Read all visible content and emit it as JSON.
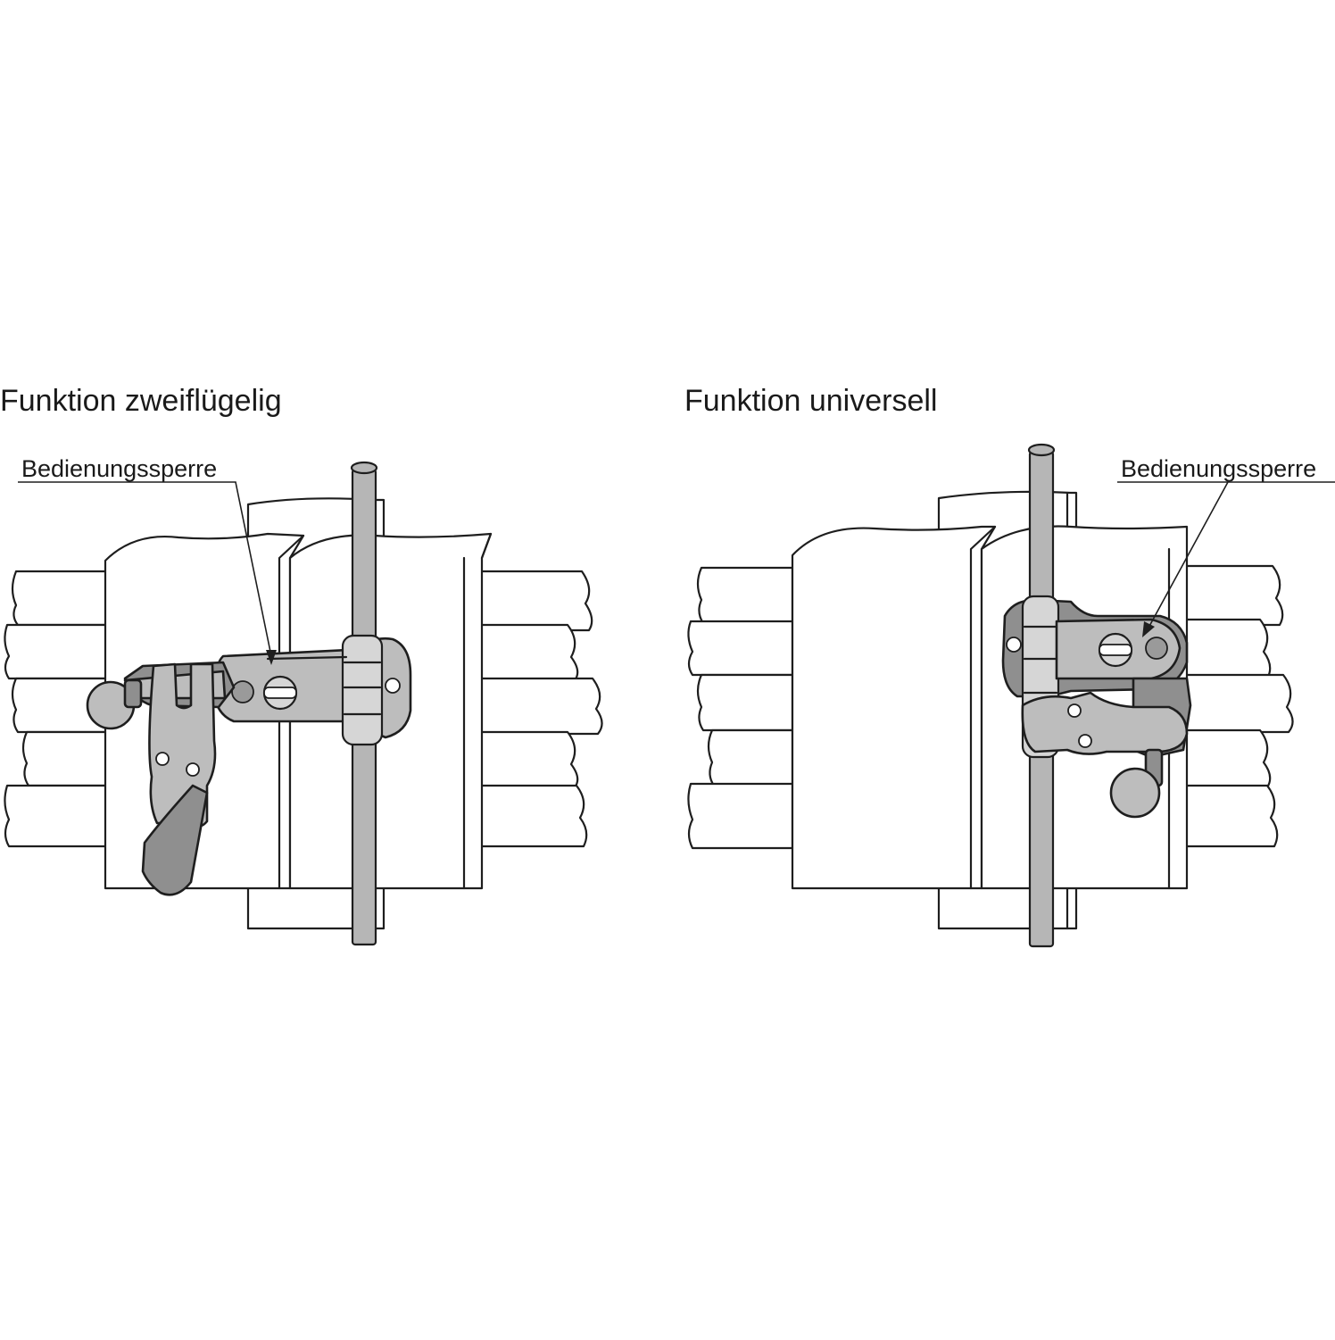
{
  "panels": [
    {
      "title": "Funktion zweiflügelig",
      "callout": "Bedienungssperre"
    },
    {
      "title": "Funktion universell",
      "callout": "Bedienungssperre"
    }
  ]
}
